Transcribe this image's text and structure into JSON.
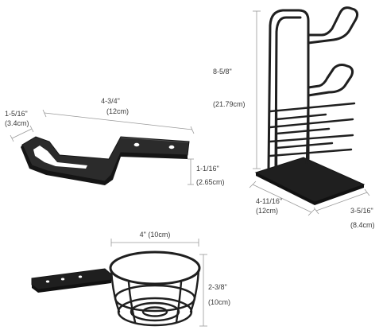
{
  "colors": {
    "metal": "#1f1f1f",
    "metal_face": "#2b2b2b",
    "metal_edge": "#151515",
    "dimension_line": "#9a9a9a",
    "text": "#3a3a3a",
    "background": "#ffffff"
  },
  "bracket": {
    "width_imperial": "4-3/4\"",
    "width_metric": "(12cm)",
    "depth_imperial": "1-5/16\"",
    "depth_metric": "(3.4cm)",
    "height_imperial": "1-1/16\"",
    "height_metric": "(2.65cm)"
  },
  "stand": {
    "height_imperial": "8-5/8\"",
    "height_metric": "(21.79cm)",
    "base_width_imperial": "4-11/16\"",
    "base_width_metric": "(12cm)",
    "base_depth_imperial": "3-5/16\"",
    "base_depth_metric": "(8.4cm)"
  },
  "cup_holder": {
    "width_label": "4\"  (10cm)",
    "height_imperial": "2-3/8\"",
    "height_metric": "(10cm)"
  }
}
